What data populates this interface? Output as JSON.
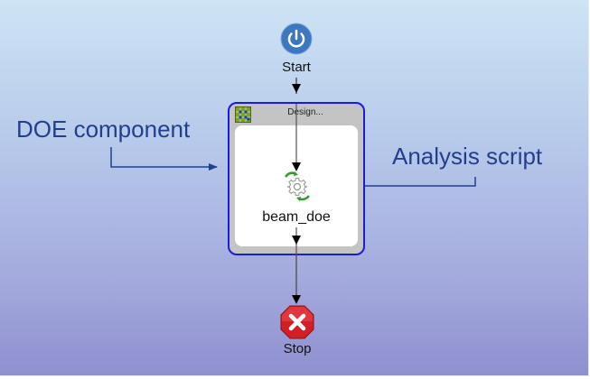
{
  "diagram": {
    "start": {
      "label": "Start",
      "icon": "power-icon",
      "color": "#3d77c0"
    },
    "doe_component": {
      "title": "Design...",
      "icon": "grid-doe-icon",
      "border_color": "#1a1ae0"
    },
    "script_node": {
      "label": "beam_doe",
      "icon": "gear-script-icon"
    },
    "stop": {
      "label": "Stop",
      "icon": "stop-x-icon",
      "color": "#d21f26"
    },
    "callouts": {
      "doe": "DOE component",
      "analysis": "Analysis script",
      "color": "#223f8e"
    }
  }
}
